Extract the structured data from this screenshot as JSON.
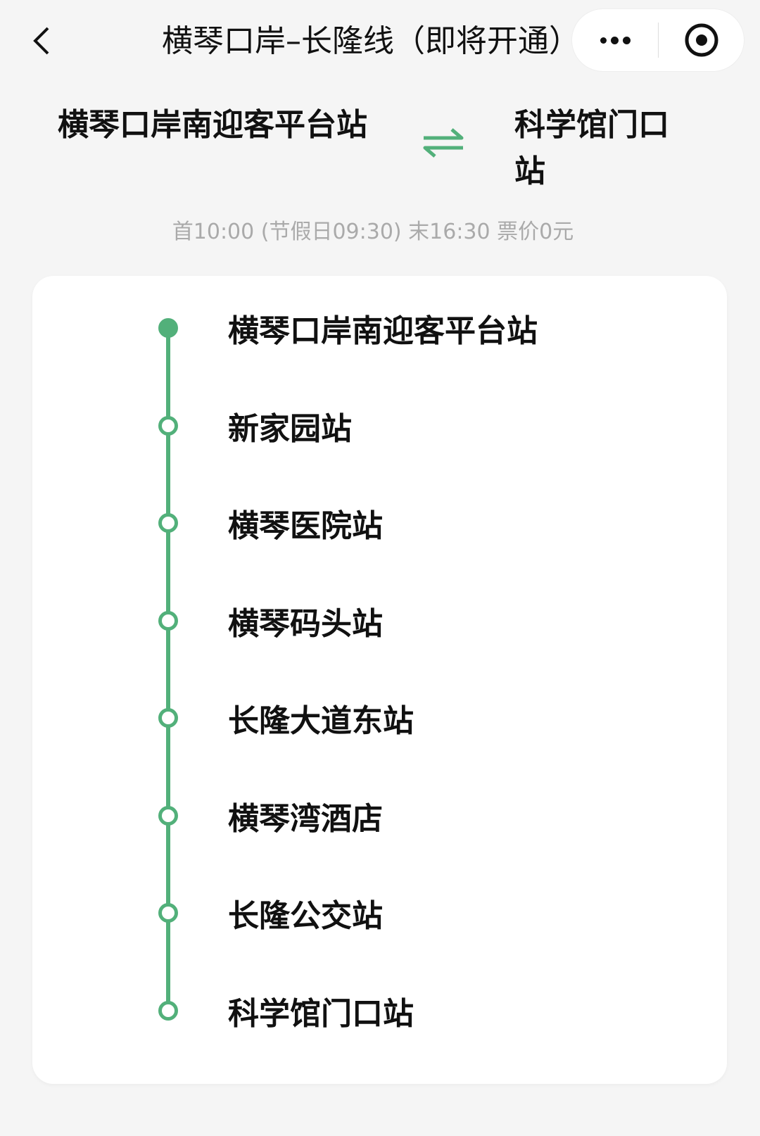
{
  "nav": {
    "title": "横琴口岸–长隆线（即将开通）"
  },
  "route": {
    "from": "横琴口岸南迎客平台站",
    "to": "科学馆门口站",
    "info": "首10:00 (节假日09:30) 末16:30  票价0元",
    "accent_color": "#52b07a"
  },
  "stations": [
    {
      "name": "横琴口岸南迎客平台站"
    },
    {
      "name": "新家园站"
    },
    {
      "name": "横琴医院站"
    },
    {
      "name": "横琴码头站"
    },
    {
      "name": "长隆大道东站"
    },
    {
      "name": "横琴湾酒店"
    },
    {
      "name": "长隆公交站"
    },
    {
      "name": "科学馆门口站"
    }
  ]
}
